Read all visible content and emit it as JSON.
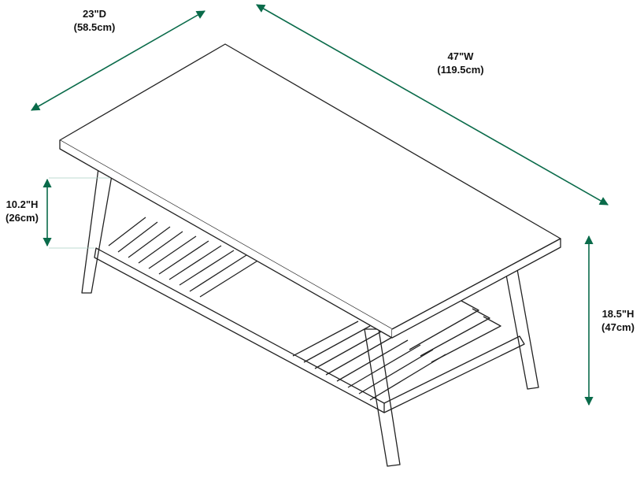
{
  "dimensions": {
    "depth": {
      "inches": "23\"D",
      "cm": "(58.5cm)"
    },
    "width": {
      "inches": "47\"W",
      "cm": "(119.5cm)"
    },
    "shelf_clearance": {
      "inches": "10.2\"H",
      "cm": "(26cm)"
    },
    "height": {
      "inches": "18.5\"H",
      "cm": "(47cm)"
    }
  },
  "colors": {
    "arrow": "#0a6b4a",
    "outline": "#222222",
    "background": "#ffffff"
  }
}
